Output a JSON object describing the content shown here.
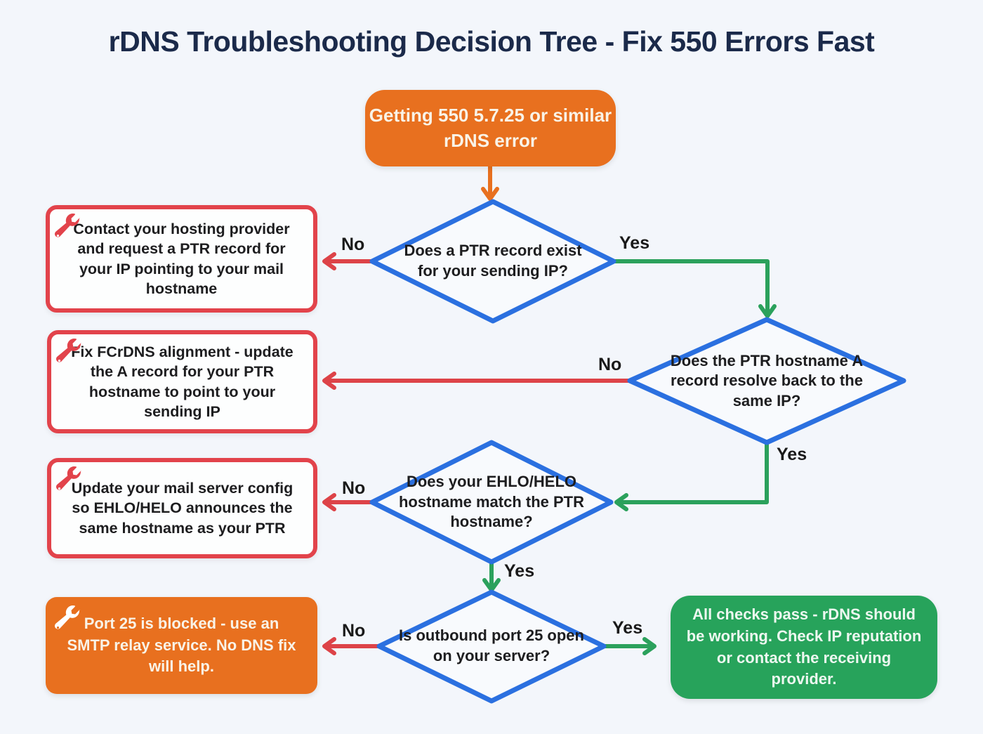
{
  "title": "rDNS Troubleshooting Decision Tree - Fix 550 Errors Fast",
  "labels": {
    "yes": "Yes",
    "no": "No"
  },
  "start": {
    "text": "Getting 550 5.7.25 or similar rDNS error"
  },
  "decisions": [
    {
      "text": "Does a PTR record exist for your sending IP?"
    },
    {
      "text": "Does the PTR hostname A record resolve back to the same IP?"
    },
    {
      "text": "Does your EHLO/HELO hostname match the PTR hostname?"
    },
    {
      "text": "Is outbound port 25 open on your server?"
    }
  ],
  "fixes": [
    {
      "icon": "wrench",
      "text": "Contact your hosting provider and request a PTR record for your IP pointing to your mail hostname"
    },
    {
      "icon": "wrench",
      "text": "Fix FCrDNS alignment - update the A record for your PTR hostname to point to your sending IP"
    },
    {
      "icon": "wrench",
      "text": "Update your mail server config so EHLO/HELO announces the same hostname as your PTR"
    },
    {
      "icon": "wrench",
      "text": "Port 25 is blocked - use an SMTP relay service. No DNS fix will help."
    }
  ],
  "end": {
    "text": "All checks pass - rDNS should be working. Check IP reputation or contact the receiving provider."
  },
  "colors": {
    "background": "#f3f6fb",
    "navy": "#1b2a4a",
    "orange": "#e8701f",
    "blue": "#2b70e0",
    "red": "#e2434b",
    "green": "#27a35b",
    "dark_text": "#1d1d1f"
  }
}
